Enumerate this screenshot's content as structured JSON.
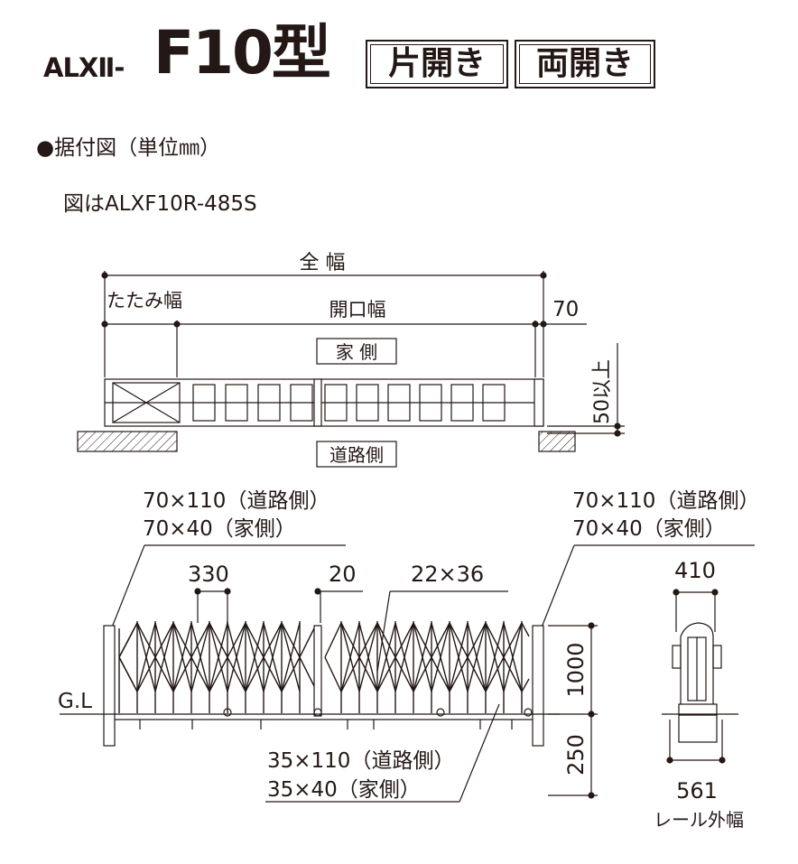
{
  "header": {
    "prefix": "ALXⅡ-",
    "model": "F10型",
    "badges": [
      "片開き",
      "両開き"
    ]
  },
  "section_title": "●据付図（単位㎜）",
  "figure_note": "図はALXF10R-485S",
  "plan_view": {
    "overall_width": "全 幅",
    "fold_width": "たたみ幅",
    "opening_width": "開口幅",
    "dim_70": "70",
    "house_side": "家 側",
    "road_side": "道路側",
    "clearance": "50以上"
  },
  "elevation_view": {
    "left_post": [
      "70×110（道路側）",
      "70×40（家側）"
    ],
    "right_post": [
      "70×110（道路側）",
      "70×40（家側）"
    ],
    "dim_330": "330",
    "dim_20": "20",
    "lattice": "22×36",
    "ground_line": "G.L",
    "bottom_rail": [
      "35×110（道路側）",
      "35×40（家側）"
    ],
    "height": "1000",
    "depth": "250"
  },
  "side_view": {
    "top_width": "410",
    "rail_width": "561",
    "rail_label": "レール外幅"
  }
}
